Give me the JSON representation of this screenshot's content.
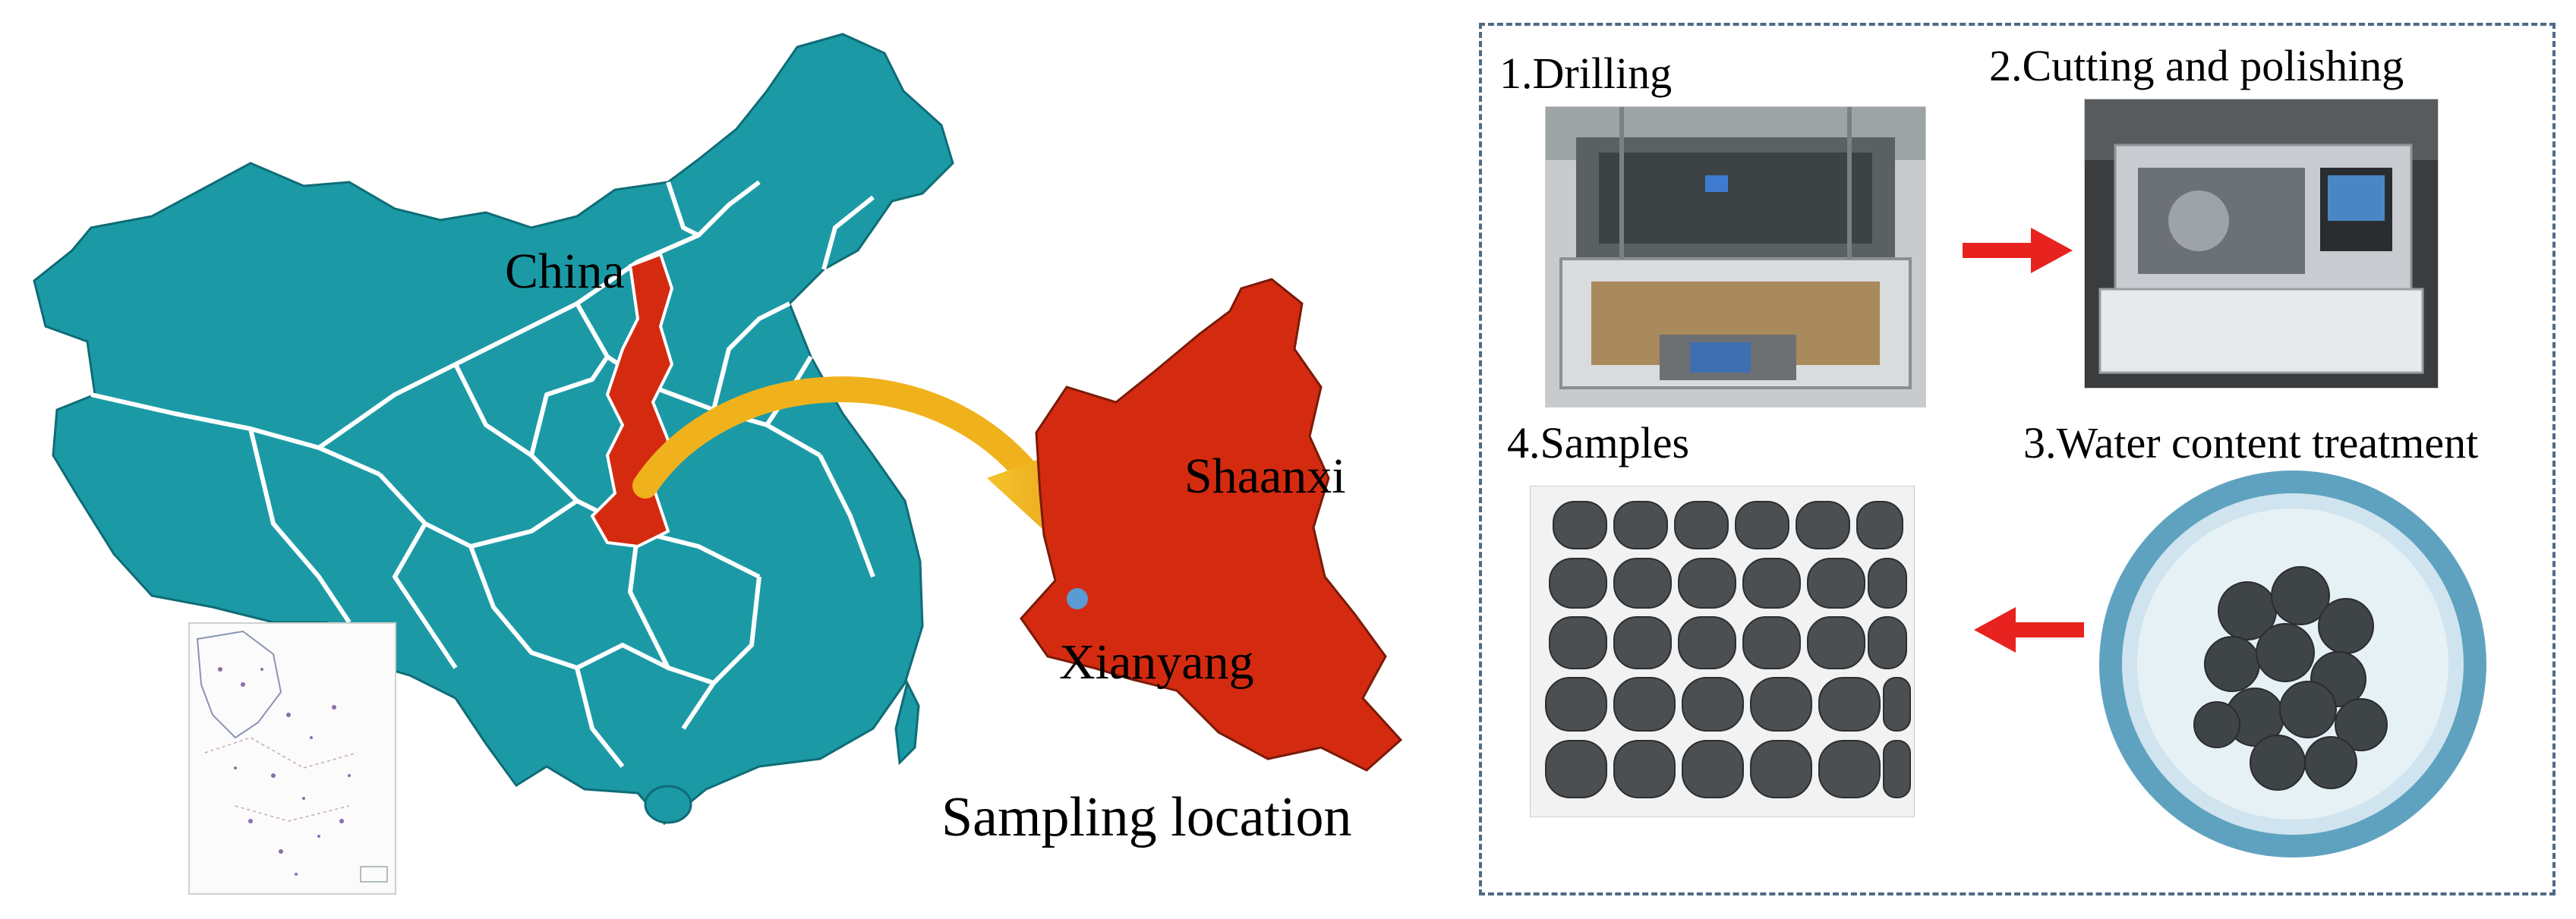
{
  "map": {
    "country_label": "China",
    "province_label": "Shaanxi",
    "city_label": "Xianyang",
    "caption": "Sampling location"
  },
  "process": {
    "steps": [
      {
        "label": "1.Drilling"
      },
      {
        "label": "2.Cutting  and polishing"
      },
      {
        "label": "3.Water content treatment"
      },
      {
        "label": "4.Samples"
      }
    ]
  },
  "colors": {
    "china_fill": "#1b9aa6",
    "province_fill": "#d42b10",
    "highlight_arrow": "#f0b21c",
    "process_arrow": "#e8231f",
    "city_dot": "#5b9bd5",
    "panel_border": "#4e6b86"
  }
}
